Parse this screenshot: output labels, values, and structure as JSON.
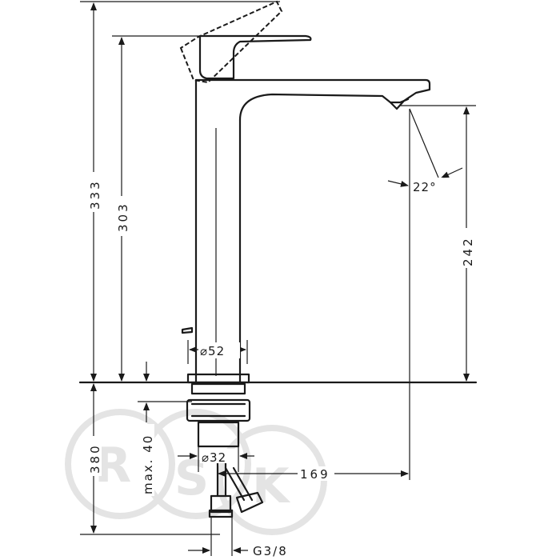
{
  "dimensions": {
    "total_height": "333",
    "body_height": "303",
    "spout_height": "242",
    "spout_angle": "22°",
    "body_diameter": "⌀52",
    "hole_diameter": "⌀32",
    "projection": "169",
    "below_deck": "380",
    "max_deck": "max. 40",
    "connection": "G3/8"
  },
  "watermark": {
    "text": "RSK"
  }
}
